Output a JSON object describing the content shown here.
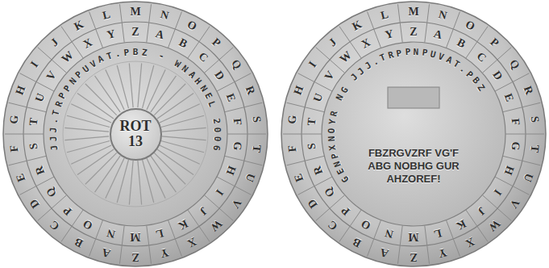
{
  "diagram": {
    "nodes": [
      {
        "text": [
          "JJJ.TRPPNPUVAT.PBZ - WNAHNEL 2006"
        ]
      },
      {
        "text": [
          "ROT 13"
        ],
        "in": 0
      },
      {
        "text": [
          "GENPXNOYR NG JJJ.TRPPNPUVAT.PBZ",
          "FBZRGVZRF VG'F ABG NOBHG GUR AHZOREF!"
        ]
      }
    ],
    "labels": [
      "A",
      "B",
      "C",
      "D",
      "E",
      "F",
      "G",
      "H",
      "I",
      "J",
      "K",
      "L",
      "M",
      "N",
      "O",
      "P",
      "Q",
      "R",
      "S",
      "T",
      "U",
      "V",
      "W",
      "X",
      "Y",
      "Z",
      "N",
      "O",
      "P",
      "Q",
      "R",
      "S",
      "T",
      "U",
      "V",
      "W",
      "X",
      "Y",
      "Z",
      "A",
      "B",
      "C",
      "D",
      "E",
      "F",
      "G",
      "H",
      "I",
      "J",
      "K",
      "L",
      "M",
      "A",
      "B",
      "C",
      "D",
      "E",
      "F",
      "G",
      "H",
      "I",
      "J",
      "K",
      "L",
      "M",
      "N",
      "O",
      "P",
      "Q",
      "R",
      "S",
      "T",
      "U",
      "V",
      "W",
      "X",
      "Y",
      "Z",
      "N",
      "O",
      "P",
      "Q",
      "R",
      "S",
      "T",
      "U",
      "V",
      "W",
      "X",
      "Y",
      "Z",
      "A",
      "B",
      "C",
      "D",
      "E",
      "F",
      "G",
      "H",
      "I",
      "J",
      "K",
      "L",
      "M"
    ]
  }
}
